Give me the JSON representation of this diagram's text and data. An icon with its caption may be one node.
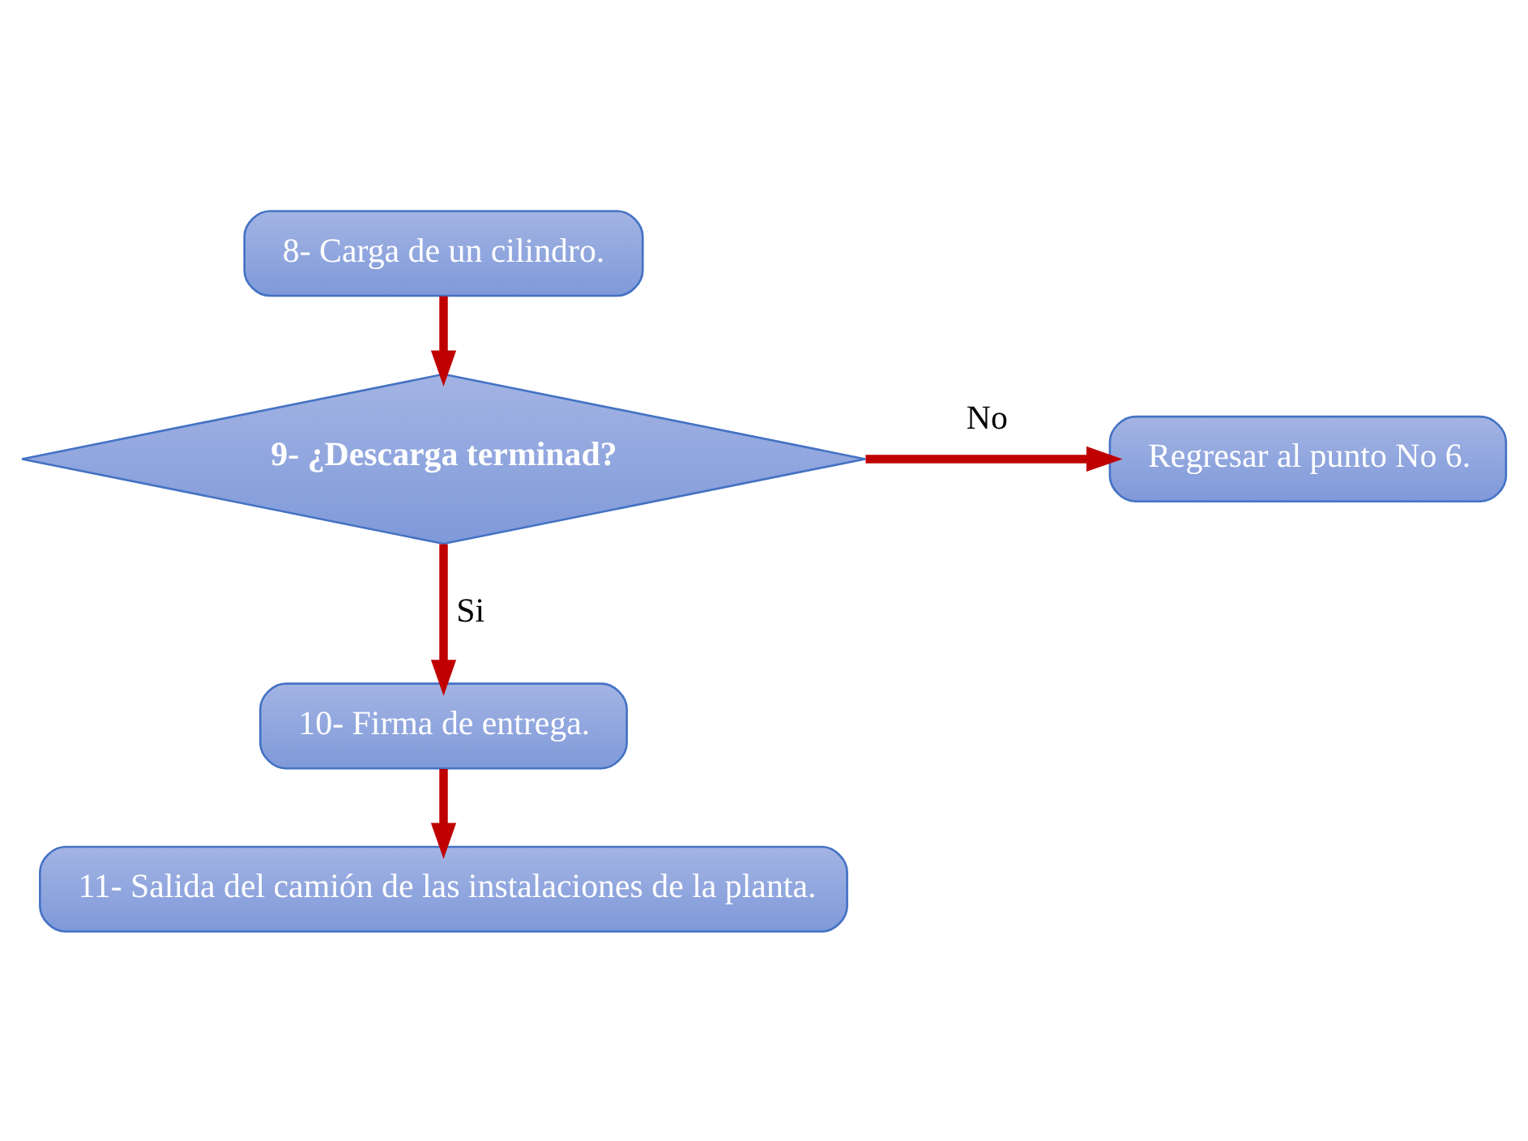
{
  "diagram": {
    "nodes": [
      {
        "text": [
          "8- Carga de un cilindro."
        ]
      },
      {
        "text": [
          "9- ¿Descarga terminad?"
        ]
      },
      {
        "text": [
          "Regresar al punto No 6."
        ]
      },
      {
        "text": [
          "10- Firma de entrega."
        ]
      },
      {
        "text": [
          "11- Salida del camión de las instalaciones de la planta."
        ]
      }
    ],
    "edges": [
      {
        "from": 0,
        "to": 1,
        "arrow": "to"
      },
      {
        "from": 1,
        "to": 2,
        "arrow": "to",
        "label": "No"
      },
      {
        "from": 1,
        "to": 3,
        "arrow": "to",
        "label": "Si"
      },
      {
        "from": 3,
        "to": 4,
        "arrow": "to"
      }
    ]
  }
}
